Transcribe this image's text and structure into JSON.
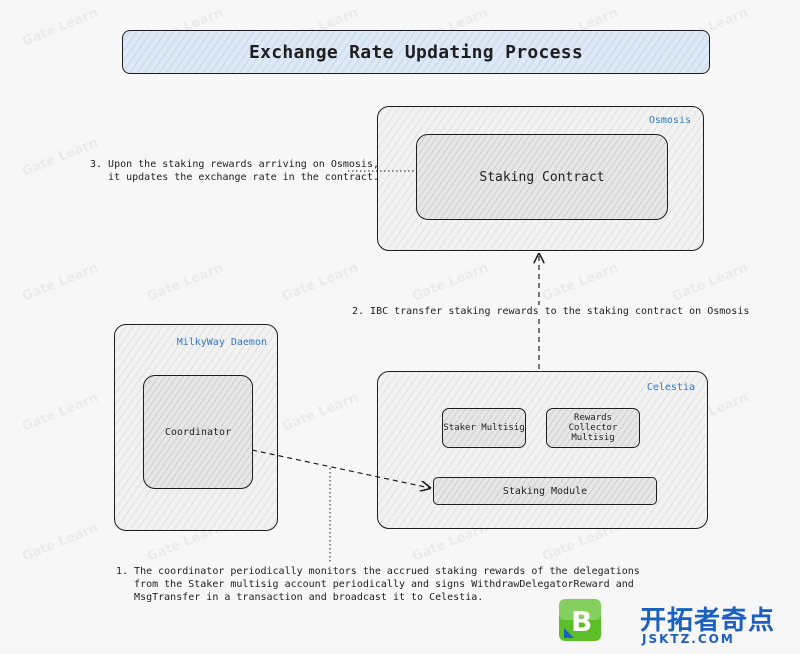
{
  "title": "Exchange Rate Updating Process",
  "osmosis": {
    "label": "Osmosis",
    "staking_contract": "Staking Contract"
  },
  "milkyway": {
    "label": "MilkyWay Daemon",
    "coordinator": "Coordinator"
  },
  "celestia": {
    "label": "Celestia",
    "staker_multisig": "Staker Multisig",
    "rewards_collector_line1": "Rewards Collector",
    "rewards_collector_line2": "Multisig",
    "staking_module": "Staking Module"
  },
  "notes": {
    "step1": "1. The coordinator periodically monitors the accrued staking rewards of the delegations\n   from the Staker multisig account periodically and signs WithdrawDelegatorReward and\n   MsgTransfer in a transaction and broadcast it to Celestia.",
    "step2": "2. IBC transfer staking rewards to the staking contract on Osmosis",
    "step3": "3. Upon the staking rewards arriving on Osmosis,\n   it updates the exchange rate in the contract."
  },
  "watermark": "Gate Learn",
  "brand": {
    "logo_letter": "B",
    "name": "开拓者奇点",
    "domain": "JSKTZ.COM"
  },
  "colors": {
    "label_blue": "#2f78c4",
    "title_fill": "#dde9f7",
    "brand_blue": "#1b5fc0",
    "logo_green": "#5cbf2a"
  }
}
